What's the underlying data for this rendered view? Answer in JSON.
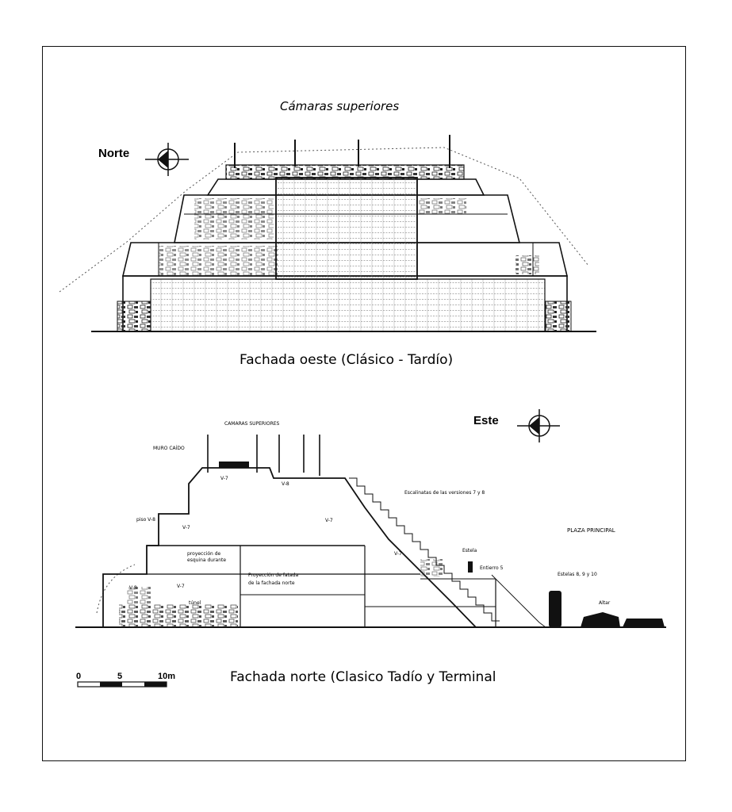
{
  "west": {
    "title": "Cámaras superiores",
    "orientation": "Norte",
    "caption": "Fachada oeste (Clásico - Tardío)"
  },
  "north": {
    "title": "CAMARAS SUPERIORES",
    "orientation": "Este",
    "caption": "Fachada norte (Clasico Tadío y Terminal",
    "labels": {
      "muro_caido": "MURO CAÍDO",
      "v8_top": "V-8",
      "v7_upper": "V-7",
      "piso_v8": "piso V-8",
      "v7_mid_left": "V-7",
      "v7_mid_right": "V-7",
      "proyeccion_esquina_1": "proyección de",
      "proyeccion_esquina_2": "esquina durante",
      "proyeccion_fachada_1": "Proyección de fatada",
      "proyeccion_fachada_2": "de la fachada norte",
      "v8_low": "V-8",
      "v7_low": "V-7",
      "tunel": "túnel",
      "v7_right": "V-7",
      "escalinatas": "Escalinatas de las versiones 7 y 8",
      "plaza": "PLAZA PRINCIPAL",
      "estela": "Estela",
      "entierro": "Entierro 5",
      "estelas": "Estelas 8, 9 y 10",
      "altar": "Altar"
    }
  },
  "scale": {
    "ticks": [
      "0",
      "5",
      "10m"
    ]
  }
}
